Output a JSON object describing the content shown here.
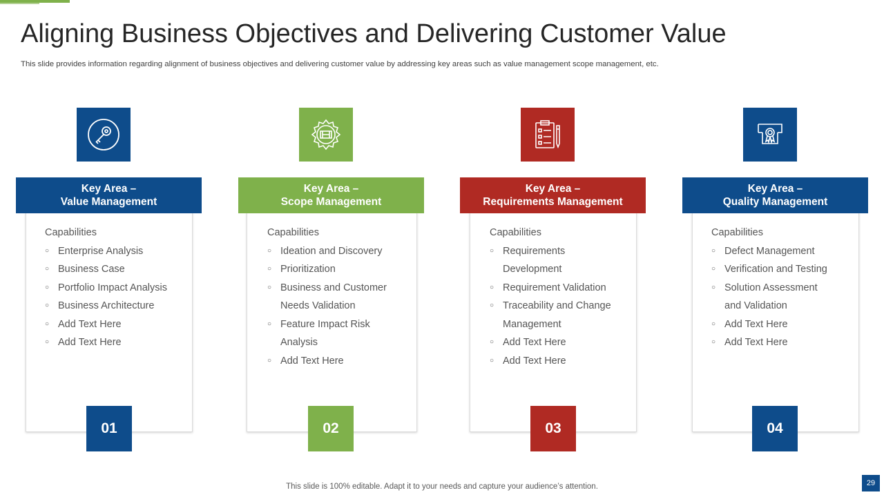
{
  "slide": {
    "title": "Aligning Business Objectives and Delivering Customer Value",
    "subtitle": "This slide provides information regarding alignment of business objectives and delivering customer value by addressing key areas such as value management scope management, etc.",
    "footer": "This slide is 100% editable. Adapt it to your needs and capture your audience’s attention.",
    "page_number": "29"
  },
  "colors": {
    "blue": "#0e4c8b",
    "green": "#7fb14b",
    "red": "#b02a23"
  },
  "key_areas": [
    {
      "header_line1": "Key Area –",
      "header_line2": "Value Management",
      "icon": "key-icon",
      "color": "#0e4c8b",
      "capabilities_label": "Capabilities",
      "items": [
        "Enterprise Analysis",
        "Business Case",
        "Portfolio Impact Analysis",
        "Business Architecture",
        "Add Text Here",
        "Add Text Here"
      ],
      "number": "01"
    },
    {
      "header_line1": "Key Area –",
      "header_line2": "Scope Management",
      "icon": "gear-icon",
      "color": "#7fb14b",
      "capabilities_label": "Capabilities",
      "items": [
        "Ideation and Discovery",
        "Prioritization",
        "Business and Customer Needs Validation",
        "Feature Impact Risk Analysis",
        "Add Text Here"
      ],
      "number": "02"
    },
    {
      "header_line1": "Key Area –",
      "header_line2": "Requirements Management",
      "icon": "clipboard-icon",
      "color": "#b02a23",
      "capabilities_label": "Capabilities",
      "items": [
        "Requirements Development",
        "Requirement Validation",
        "Traceability and Change Management",
        "Add Text Here",
        "Add Text Here"
      ],
      "number": "03"
    },
    {
      "header_line1": "Key Area –",
      "header_line2": "Quality Management",
      "icon": "certificate-icon",
      "color": "#0e4c8b",
      "capabilities_label": "Capabilities",
      "items": [
        "Defect Management",
        "Verification and Testing",
        "Solution Assessment and Validation",
        "Add Text Here",
        "Add Text Here"
      ],
      "number": "04"
    }
  ]
}
